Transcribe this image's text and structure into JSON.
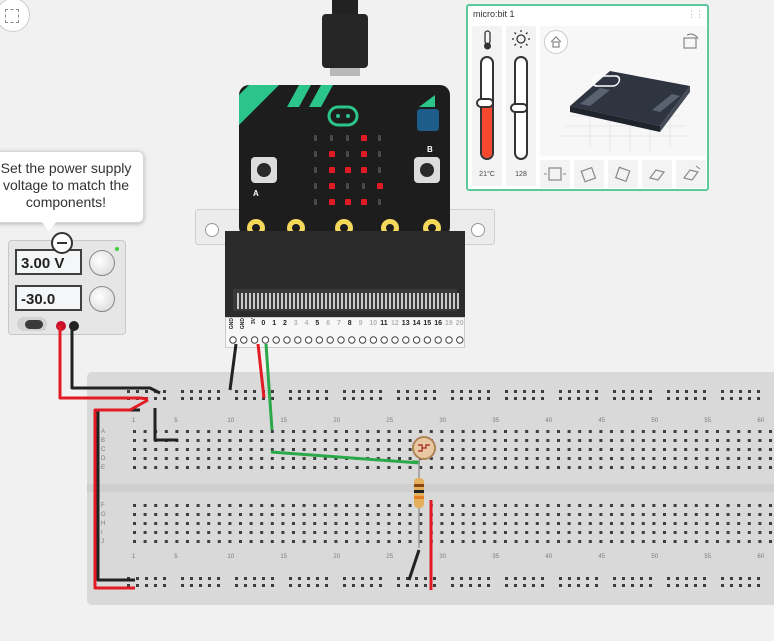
{
  "tooltip": {
    "text": "Set the power supply voltage to match the components!"
  },
  "power_supply": {
    "voltage": "3.00 V",
    "current": "-30.0 mA",
    "led_color": "#3fcf3f"
  },
  "microbit_panel": {
    "title": "micro:bit 1",
    "temperature_label": "21°C",
    "light_label": "128",
    "temperature_level": 0.55,
    "light_level": 0.5,
    "temperature_fill": "#f5482f",
    "icons": {
      "temperature": "thermometer-icon",
      "light": "sun-icon",
      "home": "home-icon",
      "reset_view": "rotate-view-icon",
      "gestures": [
        "shake-gesture-icon",
        "tilt-left-gesture-icon",
        "tilt-right-gesture-icon",
        "face-up-gesture-icon",
        "logo-gesture-icon"
      ]
    }
  },
  "microbit": {
    "button_a_label": "A",
    "button_b_label": "B",
    "pin_labels": [
      "GND",
      "GND",
      "3V",
      "0",
      "1",
      "2",
      "3",
      "4",
      "5",
      "6",
      "7",
      "8",
      "9",
      "10",
      "11",
      "12",
      "13",
      "14",
      "15",
      "16",
      "19",
      "20"
    ],
    "led_matrix": [
      [
        0,
        0,
        0,
        1,
        0
      ],
      [
        0,
        1,
        0,
        1,
        0
      ],
      [
        0,
        1,
        1,
        1,
        0
      ],
      [
        0,
        1,
        0,
        0,
        1
      ],
      [
        0,
        1,
        1,
        1,
        0
      ]
    ],
    "led_on_color": "#e01b24",
    "led_off_color": "#4a4a4a",
    "accent_color": "#2bc48a"
  },
  "breadboard": {
    "column_numbers": [
      "1",
      "5",
      "10",
      "15",
      "20",
      "25",
      "30",
      "35",
      "40",
      "45",
      "50",
      "55",
      "60"
    ],
    "row_letters_top": [
      "A",
      "B",
      "C",
      "D",
      "E"
    ],
    "row_letters_bottom": [
      "F",
      "G",
      "H",
      "I",
      "J"
    ]
  },
  "wires": {
    "red": "#e01b24",
    "black": "#222222",
    "green": "#2aa84a"
  }
}
